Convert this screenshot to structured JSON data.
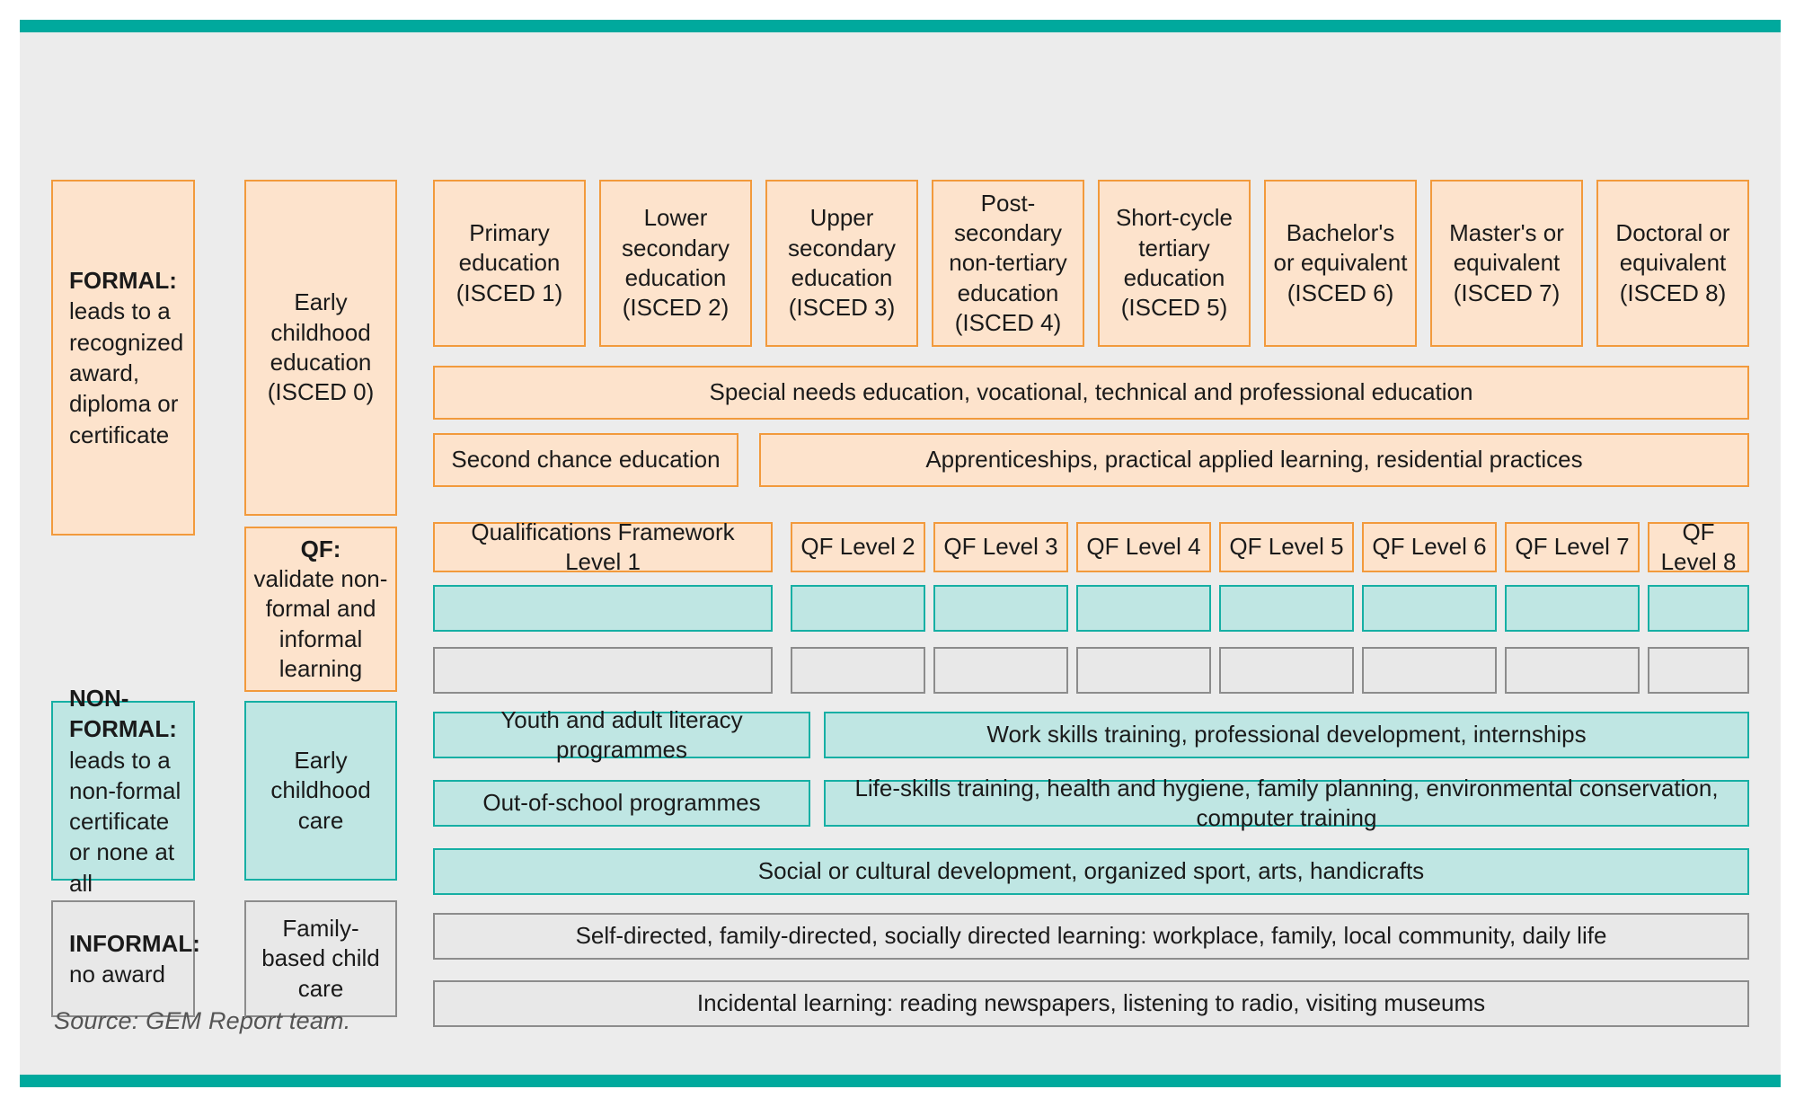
{
  "figure": {
    "source_note": "Source: GEM Report team.",
    "colors": {
      "rule": "#00a99d",
      "background": "#ececec",
      "formal_fill": "#fde3cc",
      "formal_border": "#f29a3c",
      "nonformal_fill": "#bfe6e3",
      "nonformal_border": "#16afa4",
      "informal_fill": "#e8e8e8",
      "informal_border": "#8c8c8c"
    }
  },
  "categories": {
    "formal": {
      "title": "FORMAL:",
      "description": "leads to a recognized award, diploma or certificate"
    },
    "non_formal": {
      "title": "NON-FORMAL:",
      "description": "leads to a non-formal certificate or none at all"
    },
    "informal": {
      "title": "INFORMAL:",
      "description": "no award"
    }
  },
  "early_years": {
    "formal": "Early childhood education (ISCED 0)",
    "qf": {
      "title": "QF:",
      "description": "validate non-formal and informal learning"
    },
    "non_formal": "Early childhood care",
    "informal": "Family-based child care"
  },
  "isced_levels": [
    "Primary education (ISCED 1)",
    "Lower secondary education (ISCED 2)",
    "Upper secondary education (ISCED 3)",
    "Post-secondary non-tertiary education (ISCED 4)",
    "Short-cycle tertiary education (ISCED 5)",
    "Bachelor's or equivalent (ISCED 6)",
    "Master's or equivalent (ISCED 7)",
    "Doctoral or equivalent (ISCED 8)"
  ],
  "formal_bands": {
    "special_needs": "Special needs education, vocational, technical and professional education",
    "second_chance": "Second chance education",
    "apprenticeships": "Apprenticeships, practical applied learning, residential practices"
  },
  "qf_levels": [
    "Qualifications Framework Level 1",
    "QF Level 2",
    "QF Level 3",
    "QF Level 4",
    "QF Level 5",
    "QF Level 6",
    "QF Level 7",
    "QF Level 8"
  ],
  "non_formal_bands": {
    "youth_literacy": "Youth and adult literacy programmes",
    "work_skills": "Work skills training, professional development, internships",
    "out_of_school": "Out-of-school programmes",
    "life_skills": "Life-skills training, health and hygiene, family planning, environmental conservation, computer training",
    "social_cultural": "Social or cultural development, organized sport, arts, handicrafts"
  },
  "informal_bands": {
    "self_directed": "Self-directed, family-directed, socially directed learning: workplace, family, local community, daily life",
    "incidental": "Incidental learning: reading newspapers, listening to radio, visiting museums"
  }
}
